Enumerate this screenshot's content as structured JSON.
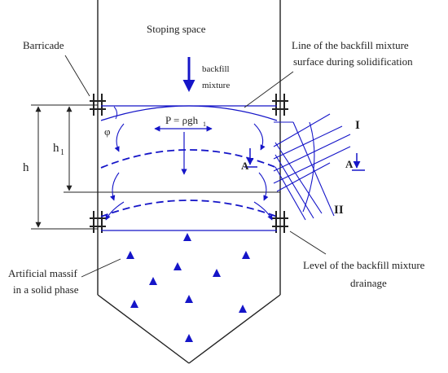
{
  "labels": {
    "stoping_space": "Stoping space",
    "barricade": "Barricade",
    "backfill_mixture_1": "backfill",
    "backfill_mixture_2": "mixture",
    "line_of_surface_1": "Line of the backfill mixture",
    "line_of_surface_2": "surface during solidification",
    "pressure": "P = ρgh",
    "pressure_sub": "1",
    "phi": "φ",
    "h": "h",
    "h1": "h",
    "h1_sub": "1",
    "section_a_left": "A",
    "section_a_right": "A",
    "roman_one": "I",
    "roman_two": "II",
    "drainage_1": "Level of the backfill mixture",
    "drainage_2": "drainage",
    "massif_1": "Artificial massif",
    "massif_2": "in a solid phase"
  },
  "colors": {
    "structure": "#222222",
    "blue": "#1515c8"
  }
}
